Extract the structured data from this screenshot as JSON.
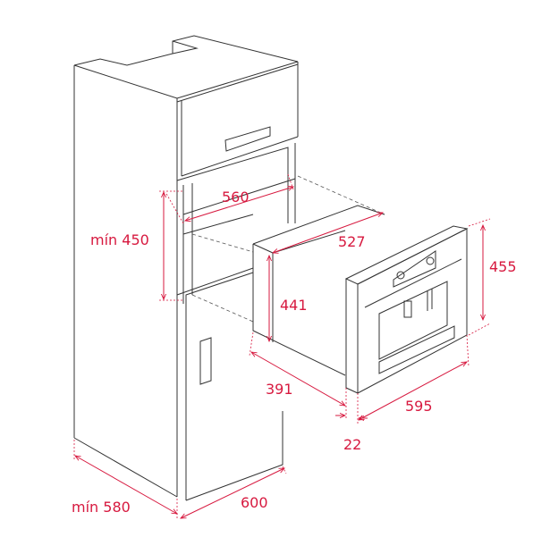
{
  "title": "Built-in coffee machine installation dimensions",
  "dimensions": {
    "niche_width": "560",
    "niche_min_height": "mín 450",
    "appliance_body_width": "527",
    "appliance_front_height": "455",
    "appliance_body_height": "441",
    "appliance_body_depth": "391",
    "appliance_front_width": "595",
    "front_panel_thickness": "22",
    "cabinet_min_depth": "mín 580",
    "cabinet_width": "600"
  },
  "colors": {
    "dimension": "#d7193f",
    "outline": "#333333"
  }
}
